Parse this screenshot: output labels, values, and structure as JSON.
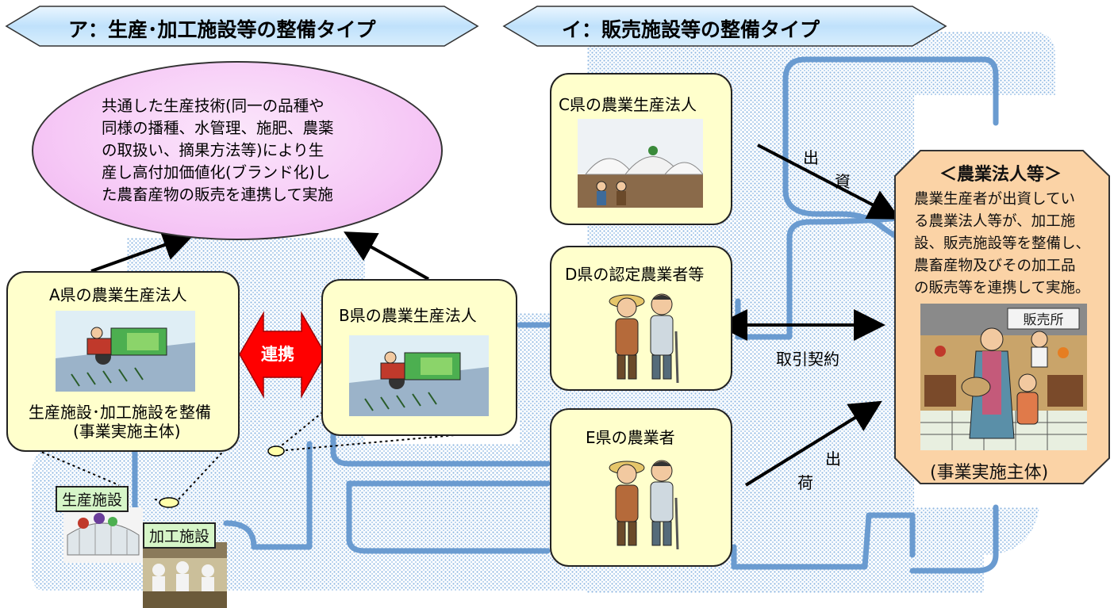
{
  "banners": {
    "a": "ア：生産･加工施設等の整備タイプ",
    "i": "イ：販売施設等の整備タイプ"
  },
  "oval": {
    "lines": [
      "共通した生産技術(同一の品種や",
      "同様の播種、水管理、施肥、農薬",
      "の取扱い、摘果方法等)により生",
      "産し高付加価値化(ブランド化)し",
      "た農畜産物の販売を連携して実施"
    ]
  },
  "card_a": {
    "title": "A県の農業生産法人",
    "caption1": "生産施設･加工施設を整備",
    "caption2": "(事業実施主体)"
  },
  "card_b": {
    "title": "B県の農業生産法人"
  },
  "card_c": {
    "title": "C県の農業生産法人"
  },
  "card_d": {
    "title": "D県の認定農業者等"
  },
  "card_e": {
    "title": "E県の農業者"
  },
  "renkei": "連携",
  "facilities": {
    "production": "生産施設",
    "processing": "加工施設"
  },
  "relations": {
    "investment": [
      "出",
      "資"
    ],
    "contract": "取引契約",
    "shipment": [
      "出",
      "荷"
    ]
  },
  "corp": {
    "title": "＜農業法人等＞",
    "lines": [
      "農業生産者が出資してい",
      "る農業法人等が、加工施",
      "設、販売施設等を整備し、",
      "農畜産物及びその加工品",
      "の販売等を連携して実施。"
    ],
    "shop_sign": "販売所",
    "footer": "(事業実施主体)"
  },
  "colors": {
    "banner_fill": "#cfe9fb",
    "card_fill": "#ffffcc",
    "oval_fill": "#f6c9f6",
    "corp_fill": "#fbd3a6",
    "road": "#6a9bd0",
    "renkei_arrow": "#ff0000"
  }
}
